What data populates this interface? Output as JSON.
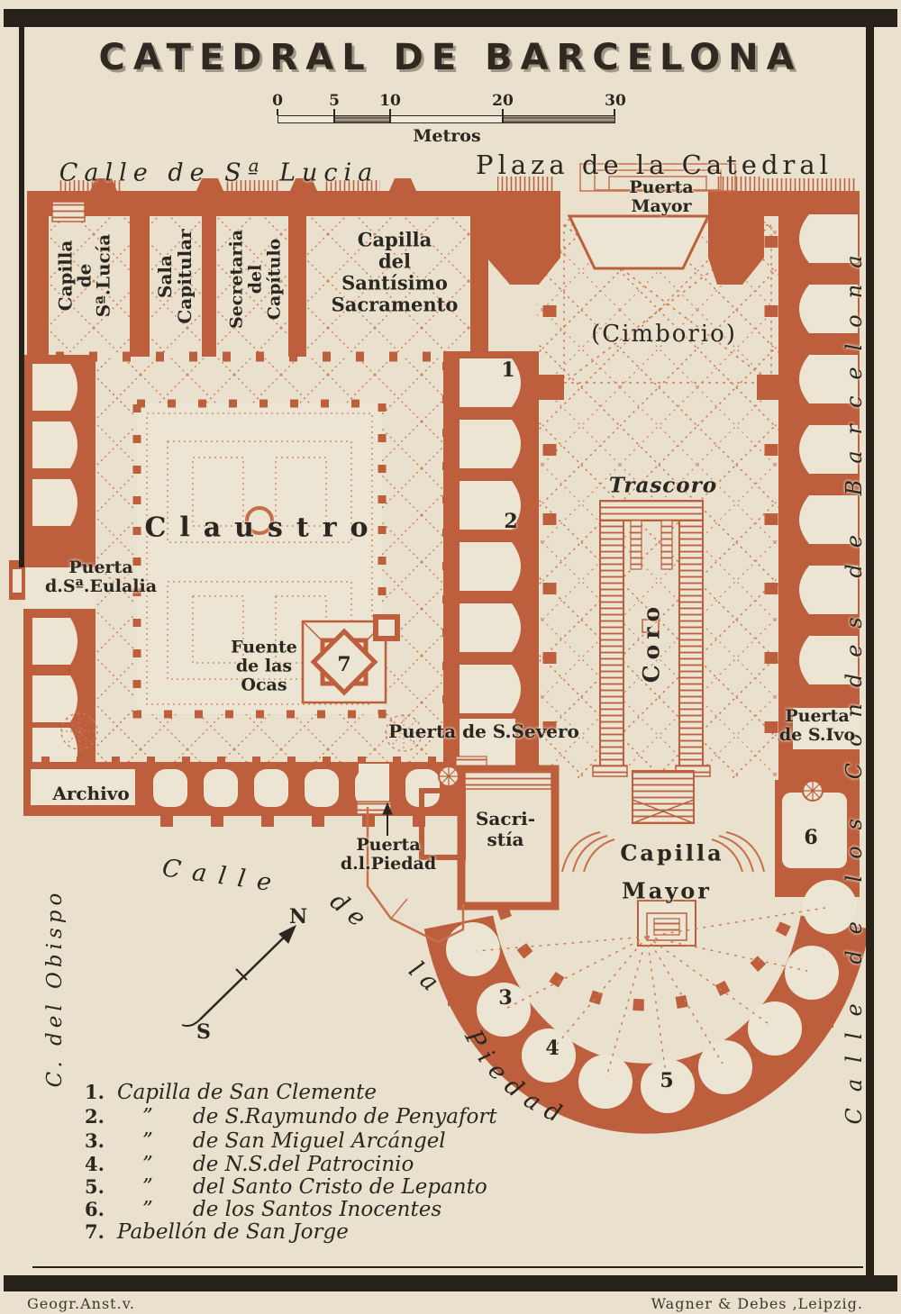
{
  "title": "CATEDRAL DE BARCELONA",
  "scale": {
    "ticks": [
      "0",
      "5",
      "10",
      "20",
      "30"
    ],
    "unit": "Metros"
  },
  "streets": {
    "lucia": "Calle de Sª Lucia",
    "plaza": "Plaza de la Catedral",
    "obispo": "C. del Obispo",
    "condes": "Calle de los Condes de Barcelona",
    "piedad_calle": "Calle",
    "piedad_de": "de",
    "piedad_la": "la",
    "piedad_word": "Piedad"
  },
  "rooms": {
    "capilla_lucia": [
      "Capilla",
      "de",
      "Sª.Lucía"
    ],
    "sala_capitular": [
      "Sala",
      "Capitular"
    ],
    "secretaria": [
      "Secretaria",
      "del",
      "Capítulo"
    ],
    "sacramento": [
      "Capilla",
      "del",
      "Santísimo",
      "Sacramento"
    ],
    "cimborio": "(Cimborio)",
    "claustro": "Claustro",
    "trascoro": "Trascoro",
    "coro": "Coro",
    "fuente": [
      "Fuente",
      "de las",
      "Ocas"
    ],
    "sacristia": [
      "Sacri-",
      "stía"
    ],
    "capilla_mayor": [
      "Capilla",
      "Mayor"
    ],
    "archivo": "Archivo"
  },
  "doors": {
    "mayor": [
      "Puerta",
      "Mayor"
    ],
    "eulalia": [
      "Puerta",
      "d.Sª.Eulalia"
    ],
    "severo": "Puerta de S.Severo",
    "piedad": [
      "Puerta",
      "d.l.Piedad"
    ],
    "ivo": [
      "Puerta",
      "de S.Ivo"
    ]
  },
  "numbers": {
    "n1": "1",
    "n2": "2",
    "n3": "3",
    "n4": "4",
    "n5": "5",
    "n6": "6",
    "n7": "7"
  },
  "compass": {
    "north": "N",
    "south": "S"
  },
  "legend": {
    "items": [
      {
        "num": "1.",
        "ditto": "",
        "name": "Capilla de San Clemente"
      },
      {
        "num": "2.",
        "ditto": "”",
        "name": "de S.Raymundo de Penyafort"
      },
      {
        "num": "3.",
        "ditto": "”",
        "name": "de San Miguel Arcángel"
      },
      {
        "num": "4.",
        "ditto": "”",
        "name": "de N.S.del Patrocinio"
      },
      {
        "num": "5.",
        "ditto": "”",
        "name": "del Santo Cristo de Lepanto"
      },
      {
        "num": "6.",
        "ditto": "”",
        "name": "de los Santos Inocentes"
      },
      {
        "num": "7.",
        "ditto": "",
        "name": "Pabellón de San Jorge"
      }
    ]
  },
  "credits": {
    "left": "Geogr.Anst.v.",
    "right": "Wagner & Debes ,Leipzig."
  },
  "colors": {
    "paper": "#e9e1cd",
    "ink": "#2b2620",
    "plan": "#bd5f3d",
    "plan_light": "#cf7c55"
  }
}
